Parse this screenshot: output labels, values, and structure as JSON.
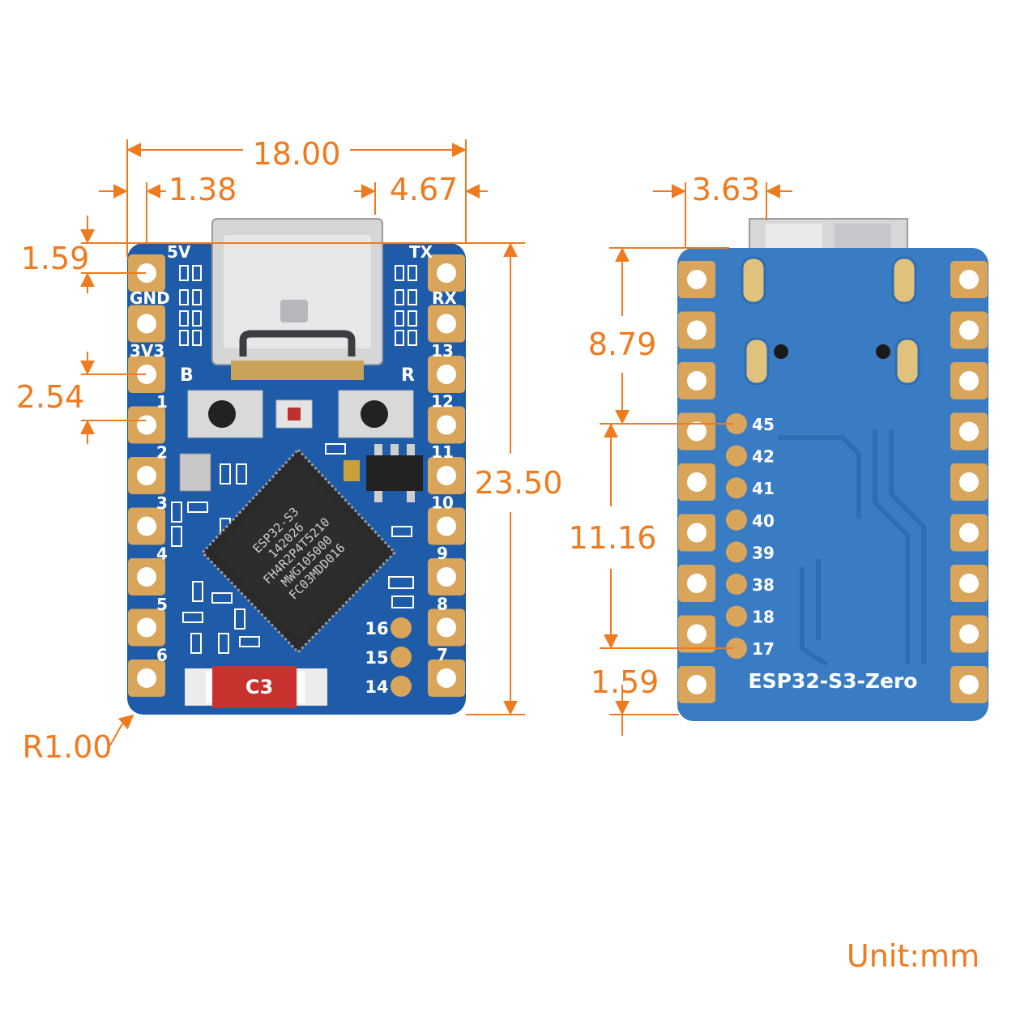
{
  "unit_label": "Unit:mm",
  "colors": {
    "accent": "#f07a1e",
    "pcb": "#1e5ba8",
    "pcb_back": "#3a7cc4",
    "pad": "#d8a55a"
  },
  "front": {
    "dims": {
      "width": "18.00",
      "left_offset": "1.38",
      "right_offset": "4.67",
      "top_gap": "1.59",
      "pitch": "2.54",
      "height": "23.50",
      "radius": "R1.00"
    },
    "left_labels": [
      "5V",
      "GND",
      "3V3",
      "1",
      "2",
      "3",
      "4",
      "5",
      "6"
    ],
    "right_labels": [
      "TX",
      "RX",
      "13",
      "12",
      "11",
      "10",
      "9",
      "8",
      "7"
    ],
    "inner_labels": [
      "16",
      "15",
      "14"
    ],
    "button_left": "B",
    "button_right": "R",
    "chip_lines": [
      "ESP32-S3",
      "142026",
      "FH4R2P4T5210",
      "MWG105000",
      "FC03MDD016"
    ],
    "c3_label": "C3"
  },
  "back": {
    "dims": {
      "usb_offset": "3.63",
      "top_to_pad": "8.79",
      "pad_span": "11.16",
      "bottom_gap": "1.59"
    },
    "pin_labels": [
      "45",
      "42",
      "41",
      "40",
      "39",
      "38",
      "18",
      "17"
    ],
    "board_name": "ESP32-S3-Zero"
  }
}
